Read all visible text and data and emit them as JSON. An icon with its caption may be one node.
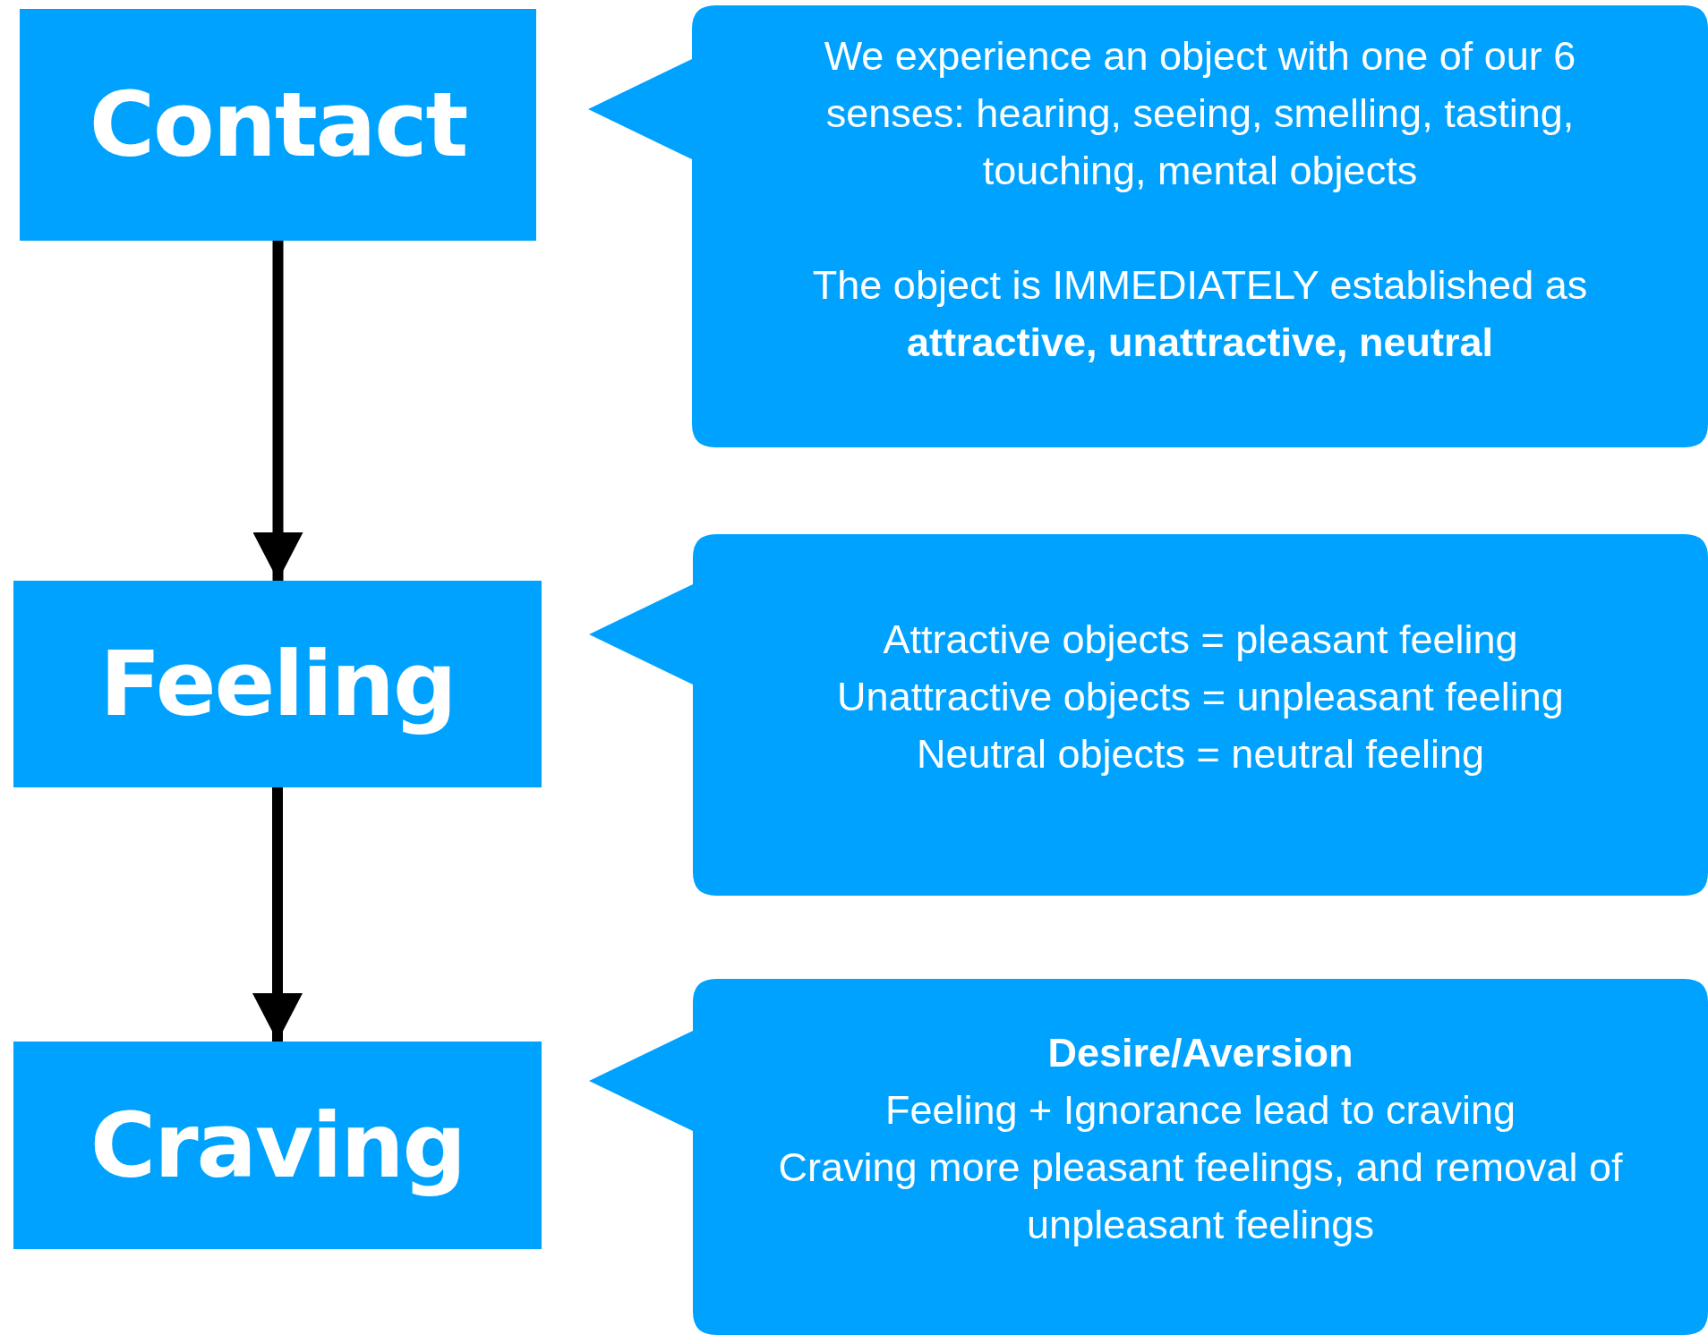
{
  "diagram": {
    "nodes": [
      {
        "text": [
          "Contact"
        ]
      },
      {
        "text": [
          "We experience an object with one of our 6 senses: hearing, seeing, smelling, tasting, touching, mental objects",
          "The object is IMMEDIATELY established as **attractive, unattractive, neutral**"
        ]
      },
      {
        "text": [
          "Feeling"
        ]
      },
      {
        "text": [
          "Attractive objects = pleasant feeling",
          "Unattractive objects = unpleasant feeling",
          "Neutral objects = neutral feeling"
        ]
      },
      {
        "text": [
          "Craving"
        ]
      },
      {
        "text": [
          "Desire/Aversion",
          "Feeling + Ignorance lead to craving",
          "Craving more pleasant feelings, and removal of unpleasant feelings"
        ]
      }
    ],
    "edges": [
      {
        "from": 0,
        "to": 2,
        "arrow": "to"
      },
      {
        "from": 2,
        "to": 4,
        "arrow": "to"
      }
    ]
  }
}
